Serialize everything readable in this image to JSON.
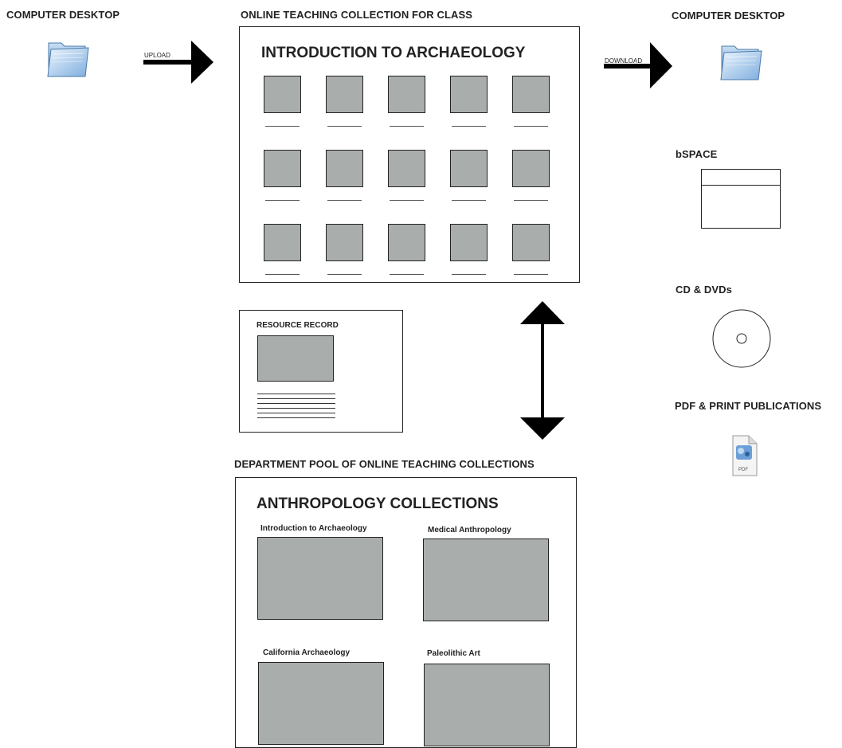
{
  "left": {
    "title": "COMPUTER DESKTOP",
    "folder_icon": "folder-icon",
    "upload_label": "UPLOAD"
  },
  "class_collection": {
    "heading": "ONLINE TEACHING COLLECTION FOR CLASS",
    "title": "INTRODUCTION TO ARCHAEOLOGY",
    "thumb_rows": 3,
    "thumb_cols": 5
  },
  "right": {
    "download_label": "DOWNLOAD",
    "desktop_title": "COMPUTER DESKTOP",
    "folder_icon": "folder-icon",
    "bspace_title": "bSPACE",
    "bspace_icon": "window-icon",
    "cd_title": "CD & DVDs",
    "cd_icon": "disc-icon",
    "pdf_title": "PDF & PRINT PUBLICATIONS",
    "pdf_icon": "pdf-file-icon",
    "pdf_icon_text": "PDF"
  },
  "resource_record": {
    "title": "RESOURCE RECORD"
  },
  "department_pool": {
    "heading": "DEPARTMENT POOL OF ONLINE TEACHING COLLECTIONS",
    "title": "ANTHROPOLOGY COLLECTIONS",
    "collections": [
      "Introduction to Archaeology",
      "Medical Anthropology",
      "California Archaeology",
      "Paleolithic Art"
    ]
  },
  "colors": {
    "thumb": "#a9adac",
    "line": "#222222"
  }
}
